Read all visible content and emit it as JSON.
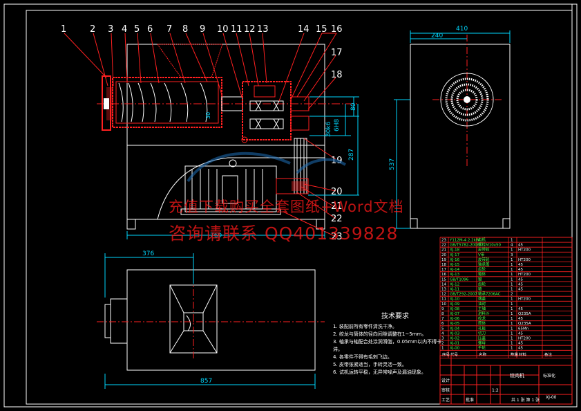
{
  "drawing": {
    "colors": {
      "frame": "#ffffff",
      "part": "#ff2020",
      "center": "#ff2020",
      "dim": "#00d8ff",
      "table": "#ff2020",
      "bg": "#000000",
      "accent": "#1e6fb8"
    },
    "balloons": [
      "1",
      "2",
      "3",
      "4",
      "5",
      "6",
      "7",
      "8",
      "9",
      "10",
      "11",
      "12",
      "13",
      "14",
      "15",
      "16",
      "17",
      "18",
      "19",
      "20",
      "21",
      "22",
      "23"
    ],
    "dims": {
      "side_width": "410",
      "side_half": "240",
      "side_height": "537",
      "main_length": "769",
      "main_80": "80",
      "main_30": "30",
      "fit": "30k6",
      "fit2": "6H8",
      "main_287": "287",
      "plan_376": "376",
      "plan_857": "857"
    },
    "watermark": {
      "line1": "充值下载购买全套图纸+Word文档",
      "line2": "咨询请联系 QQ401339828"
    },
    "notes": {
      "title": "技术要求",
      "items": [
        "1. 装配前所有零件清洗干净。",
        "2. 绞龙与筒体的径向间隙调整在1~5mm。",
        "3. 轴承与轴配合处涂润滑脂，0.05mm以内不得卡滞。",
        "4. 各零件不得有毛刺飞边。",
        "5. 皮带张紧适当，手转灵活一致。",
        "6. 试机运转平稳，无异常噪声及漏油现象。"
      ]
    },
    "bom_rows": [
      [
        "23",
        "Y112M-4 2.2kW",
        "电机",
        "1",
        ""
      ],
      [
        "22",
        "GB/T5782-2000",
        "螺栓M10x50",
        "4",
        "45"
      ],
      [
        "21",
        "XJ-18",
        "皮带轮",
        "1",
        "HT200"
      ],
      [
        "20",
        "XJ-17",
        "V带",
        "3",
        ""
      ],
      [
        "19",
        "XJ-16",
        "皮带轮",
        "1",
        "HT200"
      ],
      [
        "18",
        "XJ-15",
        "轴承盖",
        "1",
        "45"
      ],
      [
        "17",
        "XJ-14",
        "齿轮",
        "1",
        "45"
      ],
      [
        "16",
        "XJ-13",
        "箱体",
        "1",
        "HT200"
      ],
      [
        "15",
        "GB/T1096",
        "键",
        "1",
        "45"
      ],
      [
        "14",
        "XJ-12",
        "齿轮",
        "1",
        "45"
      ],
      [
        "13",
        "XJ-11",
        "轴",
        "1",
        "45"
      ],
      [
        "12",
        "GB/T292-2007",
        "轴承7206AC",
        "2",
        ""
      ],
      [
        "11",
        "XJ-10",
        "端盖",
        "1",
        "HT200"
      ],
      [
        "10",
        "XJ-09",
        "油封",
        "1",
        ""
      ],
      [
        "9",
        "XJ-08",
        "主轴",
        "1",
        "45"
      ],
      [
        "8",
        "XJ-07",
        "进料斗",
        "1",
        "Q235A"
      ],
      [
        "7",
        "XJ-06",
        "绞龙",
        "1",
        "45"
      ],
      [
        "6",
        "XJ-05",
        "筒体",
        "1",
        "Q235A"
      ],
      [
        "5",
        "XJ-04",
        "孔板",
        "1",
        "65Mn"
      ],
      [
        "4",
        "XJ-03",
        "切刀",
        "1",
        "45"
      ],
      [
        "3",
        "XJ-02",
        "压盖",
        "1",
        "HT200"
      ],
      [
        "2",
        "XJ-01",
        "螺母",
        "1",
        "45"
      ],
      [
        "1",
        "XJ-00",
        "手轮",
        "1",
        "45"
      ]
    ],
    "bom_header": [
      "序号",
      "代号",
      "名称",
      "数量",
      "材料",
      "备注"
    ],
    "title_block": {
      "name": "绞肉机",
      "drawing_no": "XJ-00",
      "scale": "1:2",
      "sheet": "共 1 张 第 1 张",
      "design": "设计",
      "check": "审核",
      "process": "工艺",
      "approve": "批准",
      "label": "标准化"
    }
  }
}
